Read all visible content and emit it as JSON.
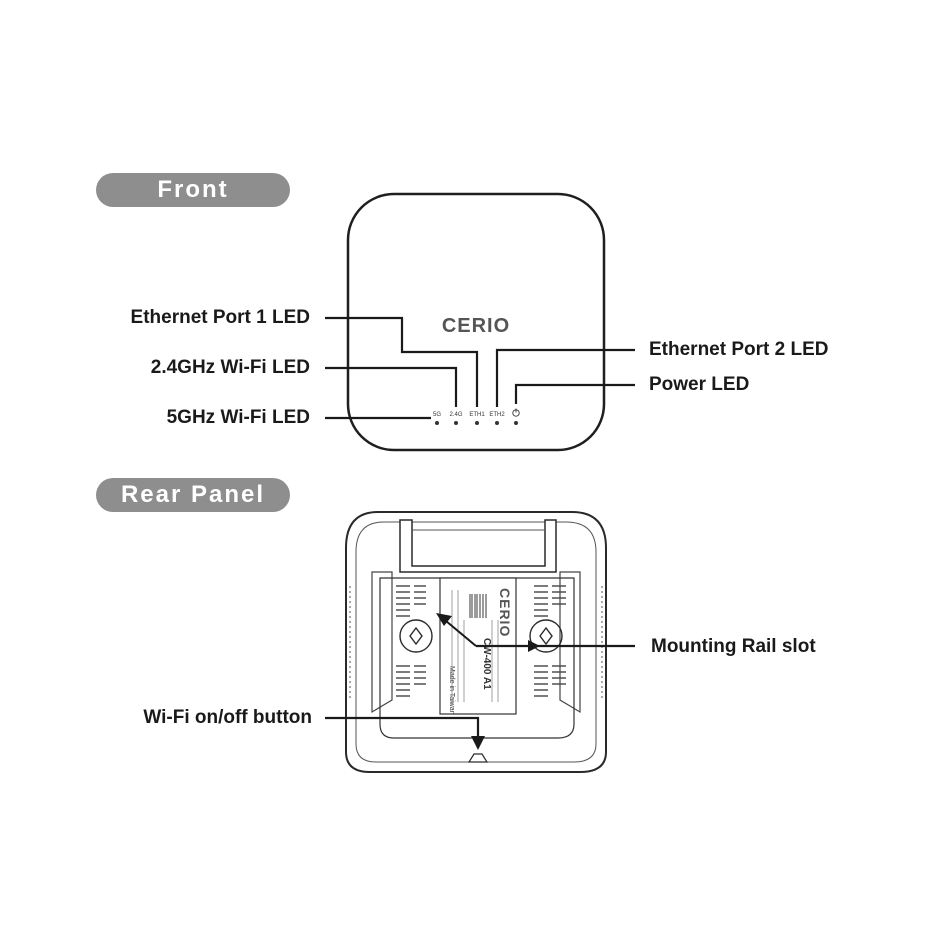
{
  "sections": {
    "front": "Front",
    "rear": "Rear Panel"
  },
  "front": {
    "logo": "CERIO",
    "led_labels": [
      "5G",
      "2.4G",
      "ETH1",
      "ETH2"
    ],
    "callouts": {
      "eth1": "Ethernet Port 1 LED",
      "wifi24": "2.4GHz Wi-Fi LED",
      "wifi5": "5GHz Wi-Fi LED",
      "eth2": "Ethernet Port 2 LED",
      "power": "Power LED"
    }
  },
  "rear": {
    "label_logo": "CERIO",
    "label_model": "CW-400 A1",
    "label_made_in": "Made in Taiwan",
    "callouts": {
      "rail": "Mounting Rail slot",
      "wifi_button": "Wi-Fi on/off button"
    }
  },
  "colors": {
    "pill": "#8e8e8e",
    "line": "#1a1a1a",
    "device_outline": "#2a2a2a"
  }
}
